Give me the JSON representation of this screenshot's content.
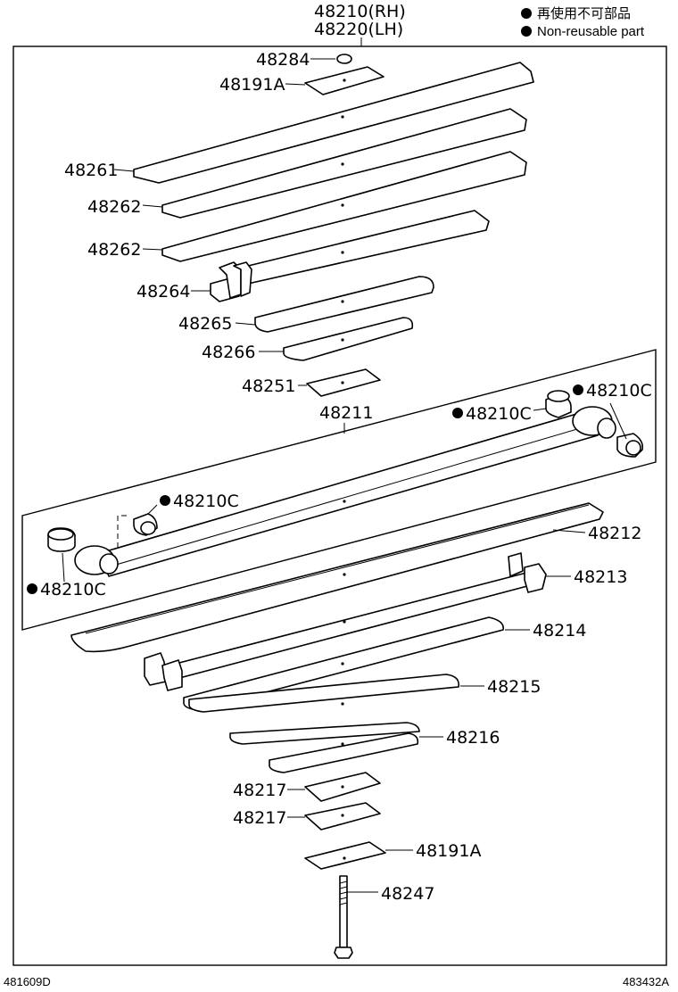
{
  "header": {
    "assembly_rh": "48210(RH)",
    "assembly_lh": "48220(LH)"
  },
  "legend": {
    "japanese": "再使用不可部品",
    "english": "Non-reusable part"
  },
  "labels": {
    "p48284": "48284",
    "p48191a_top": "48191A",
    "p48261": "48261",
    "p48262_a": "48262",
    "p48262_b": "48262",
    "p48264": "48264",
    "p48265": "48265",
    "p48266": "48266",
    "p48251": "48251",
    "p48211": "48211",
    "p48210c_a": "48210C",
    "p48210c_b": "48210C",
    "p48210c_c": "48210C",
    "p48210c_d": "48210C",
    "p48212": "48212",
    "p48213": "48213",
    "p48214": "48214",
    "p48215": "48215",
    "p48216": "48216",
    "p48217_a": "48217",
    "p48217_b": "48217",
    "p48191a_bottom": "48191A",
    "p48247": "48247"
  },
  "footer": {
    "left_code": "481609D",
    "right_code": "483432A"
  },
  "colors": {
    "line": "#000000",
    "background": "#ffffff"
  }
}
